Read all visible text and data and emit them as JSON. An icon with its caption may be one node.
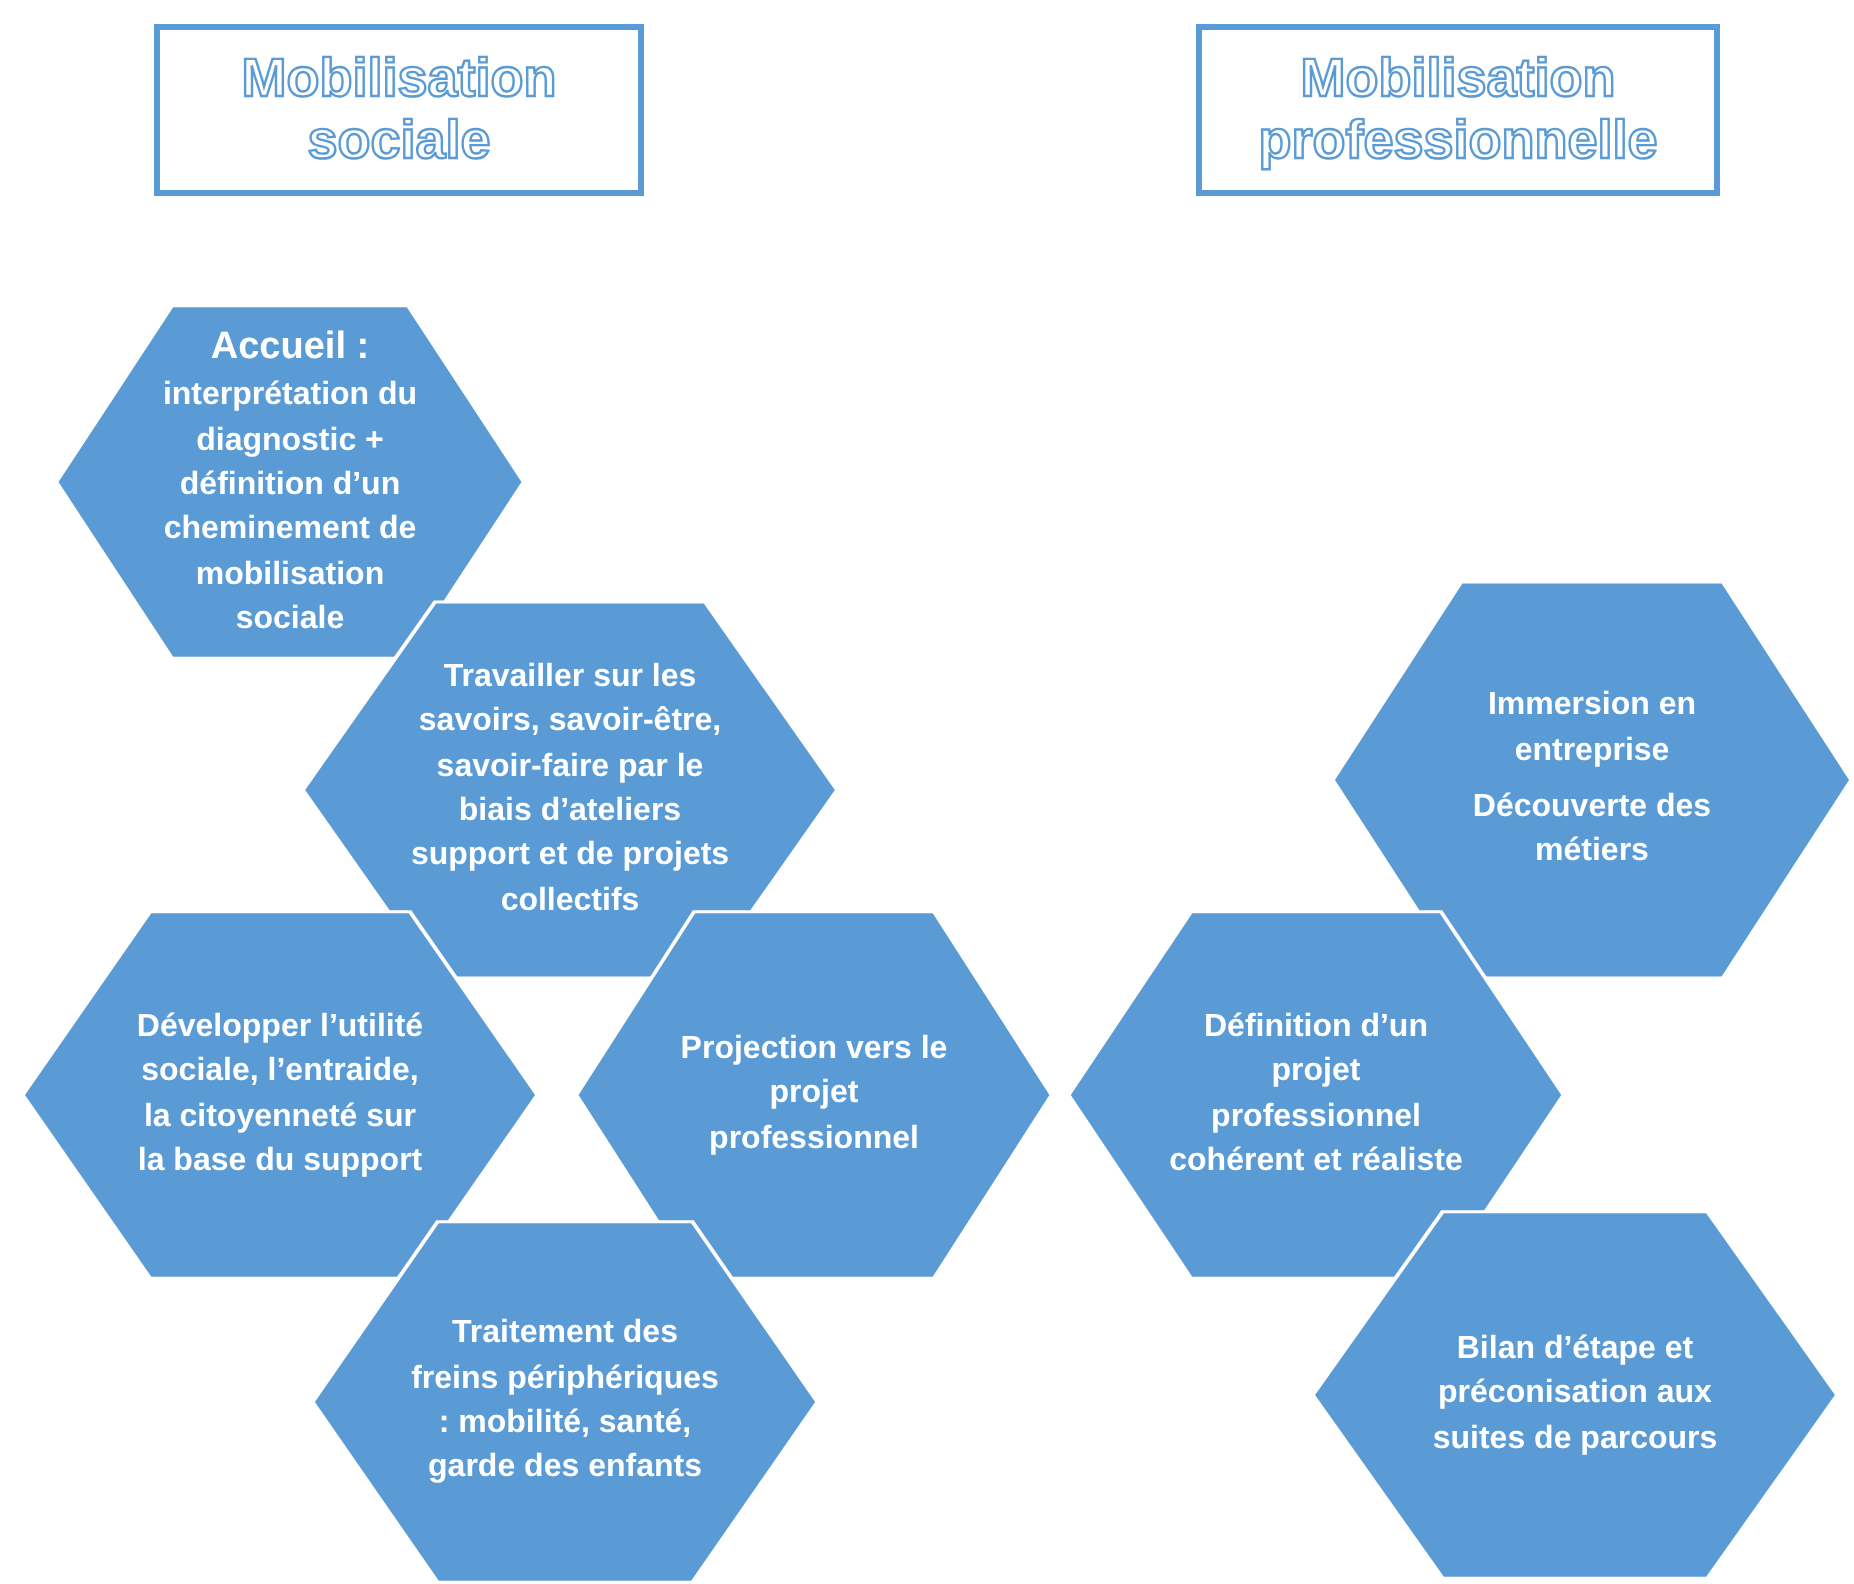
{
  "diagram": {
    "nodes": [
      {
        "text": [
          "Mobilisation sociale"
        ]
      },
      {
        "text": [
          "Mobilisation professionnelle"
        ]
      },
      {
        "text": [
          "Accueil :",
          "interprétation du diagnostic + définition d’un cheminement de mobilisation sociale"
        ]
      },
      {
        "text": [
          "Travailler sur les savoirs, savoir-être, savoir-faire par le biais d’ateliers support et de projets collectifs"
        ]
      },
      {
        "text": [
          "Immersion en entreprise",
          "Découverte des métiers"
        ]
      },
      {
        "text": [
          "Développer l’utilité sociale, l’entraide, la citoyenneté sur la base du support"
        ]
      },
      {
        "text": [
          "Projection vers le projet professionnel"
        ]
      },
      {
        "text": [
          "Définition d’un projet professionnel cohérent et réaliste"
        ]
      },
      {
        "text": [
          "Traitement des freins périphériques : mobilité, santé, garde des enfants"
        ]
      },
      {
        "text": [
          "Bilan d’étape et préconisation aux suites de parcours"
        ]
      }
    ],
    "edges": []
  }
}
